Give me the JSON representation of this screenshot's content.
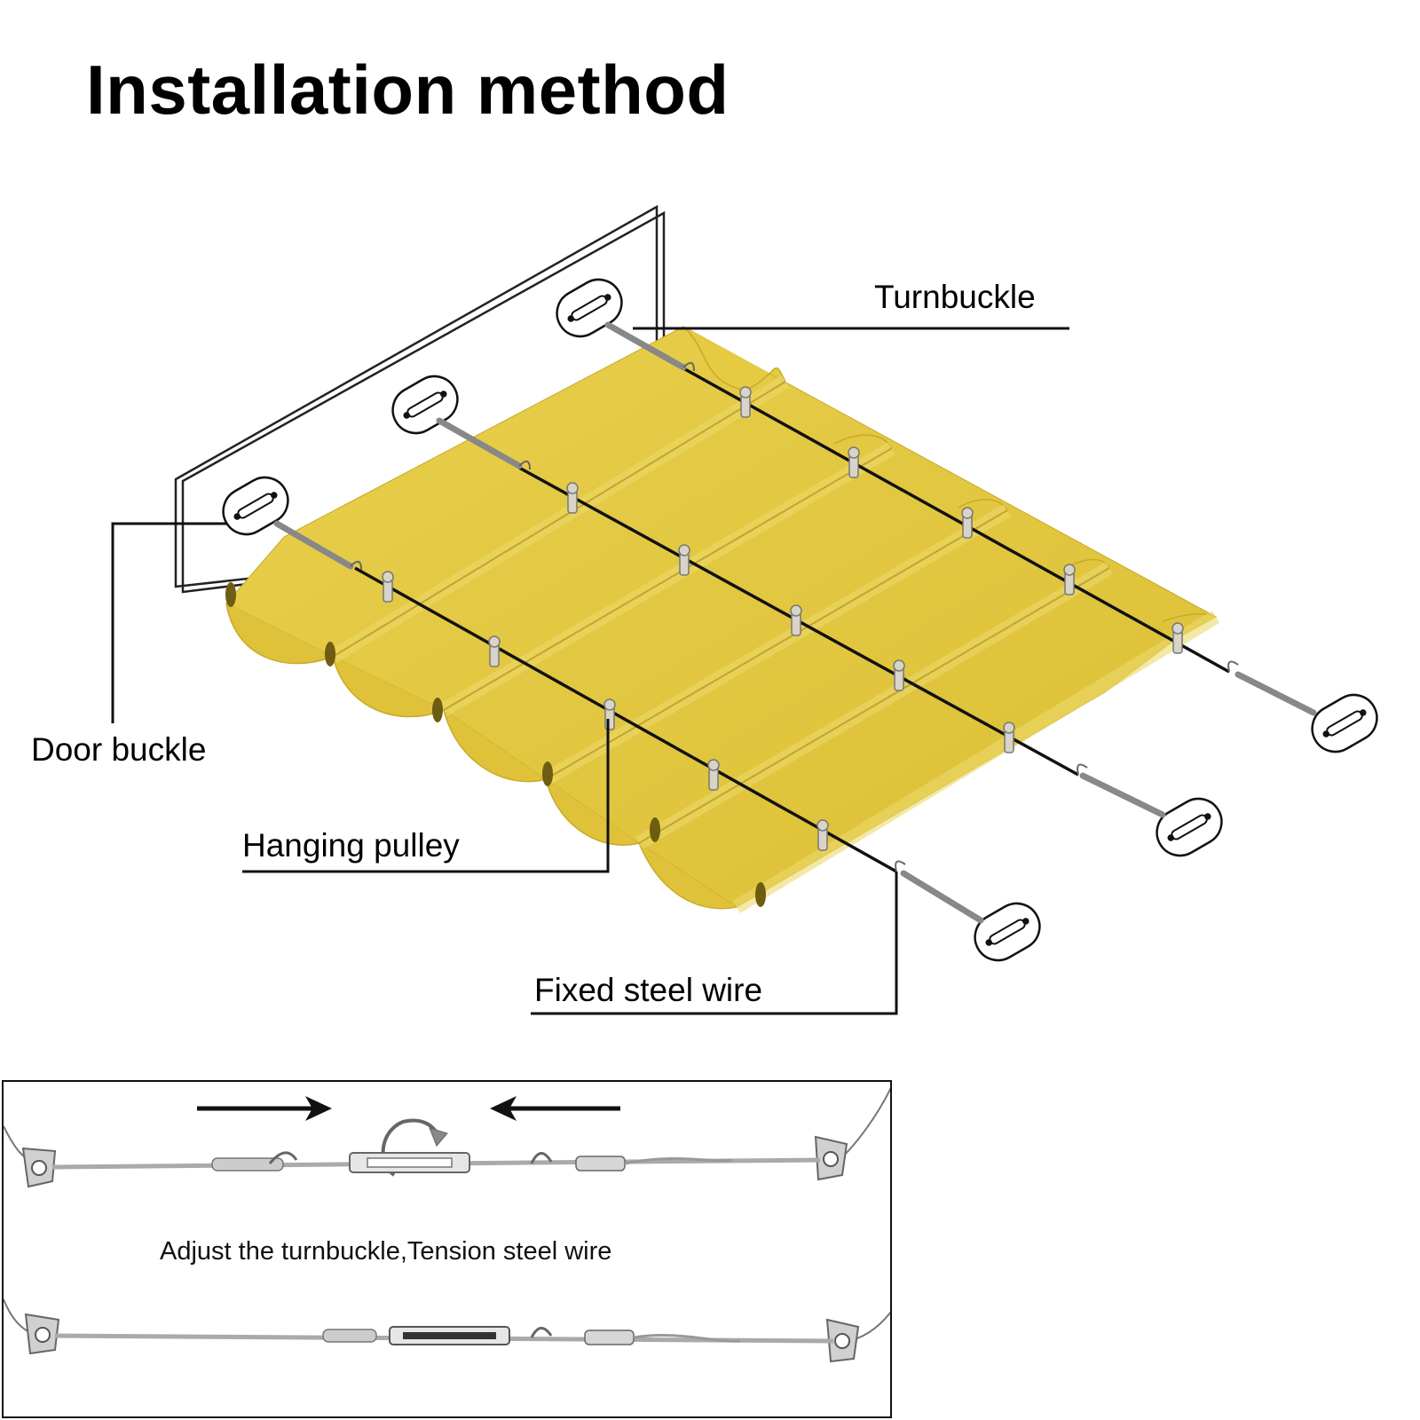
{
  "title": "Installation method",
  "labels": {
    "turnbuckle": "Turnbuckle",
    "door_buckle": "Door buckle",
    "hanging_pulley": "Hanging pulley",
    "fixed_steel_wire": "Fixed steel wire"
  },
  "inset": {
    "caption": "Adjust the turnbuckle,Tension steel wire"
  },
  "colors": {
    "fabric": "#e3c73e",
    "fabric_light": "#ecd96a",
    "fabric_shadow": "#b49a22",
    "line": "#000000",
    "metal": "#9a9a9a"
  }
}
